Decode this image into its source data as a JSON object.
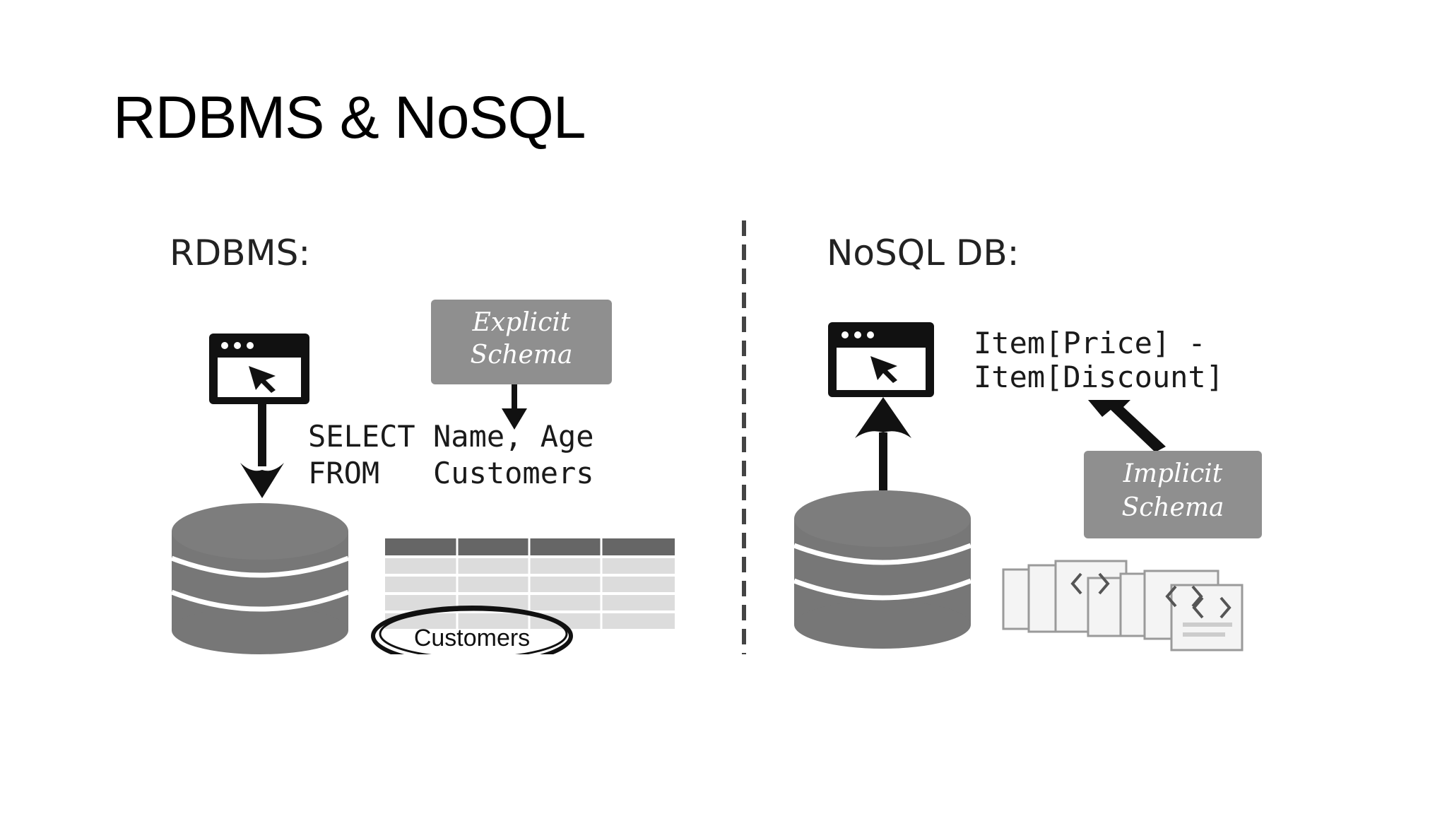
{
  "slide": {
    "title": "RDBMS & NoSQL"
  },
  "rdbms": {
    "label": "RDBMS:",
    "query_line1": "SELECT Name, Age",
    "query_line2": "FROM   Customers",
    "schema_line1": "Explicit",
    "schema_line2": "Schema",
    "table_label": "Customers"
  },
  "nosql": {
    "label": "NoSQL DB:",
    "expr_line1": "Item[Price] -",
    "expr_line2": "Item[Discount]",
    "schema_line1": "Implicit",
    "schema_line2": "Schema"
  },
  "icons": {
    "app_window": "browser-window-icon",
    "database": "database-icon",
    "document": "json-document-icon",
    "cursor": "mouse-cursor-icon"
  },
  "colors": {
    "schema_box": "#8f8f8f",
    "database": "#777777",
    "table_header": "#666666",
    "table_row": "#dcdcdc",
    "divider": "#444444"
  }
}
